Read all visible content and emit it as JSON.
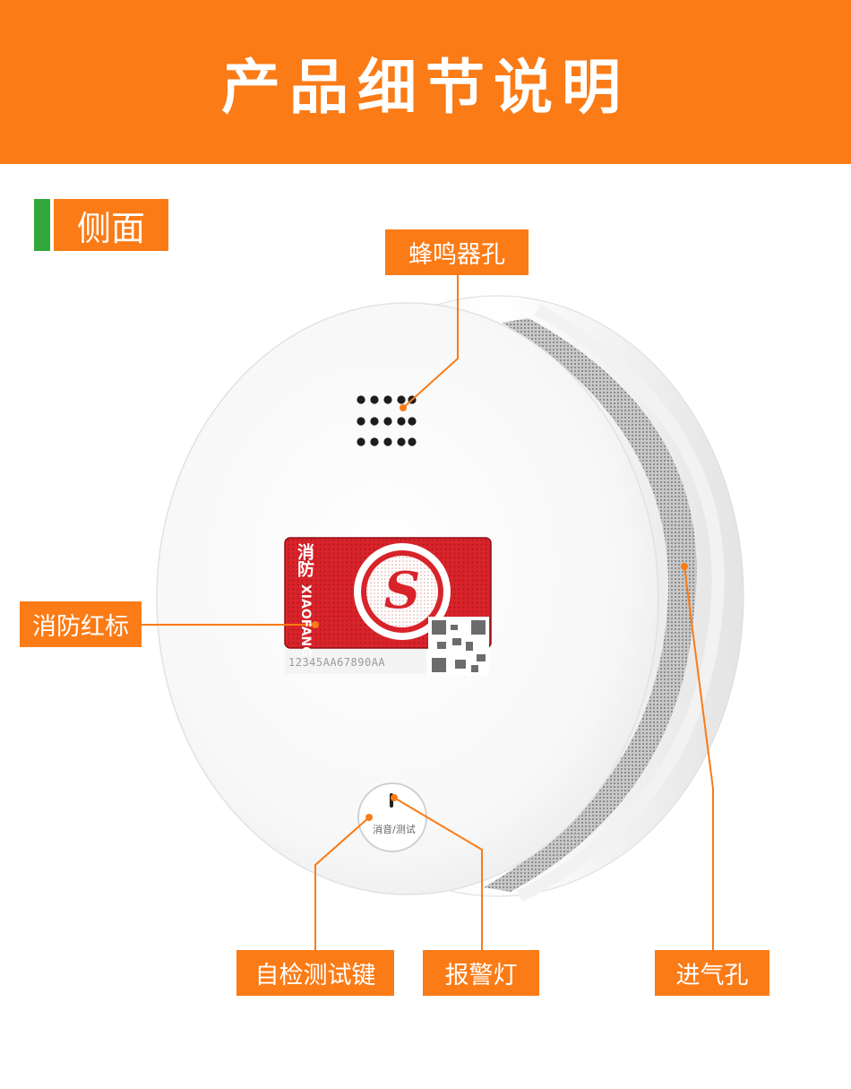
{
  "header": {
    "title": "产品细节说明"
  },
  "section": {
    "label": "侧面"
  },
  "callouts": {
    "buzzer": "蜂鸣器孔",
    "red_label": "消防红标",
    "self_test": "自检测试键",
    "alarm_light": "报警灯",
    "air_inlet": "进气孔"
  },
  "sticker": {
    "cn": "消防",
    "en": "XIAOFANG",
    "logo_letter": "S",
    "serial": "12345AA67890AA"
  },
  "button": {
    "label": "消音/测试"
  },
  "colors": {
    "accent": "#fb7b16",
    "green": "#31a83b",
    "sticker_red": "#d8232a"
  }
}
